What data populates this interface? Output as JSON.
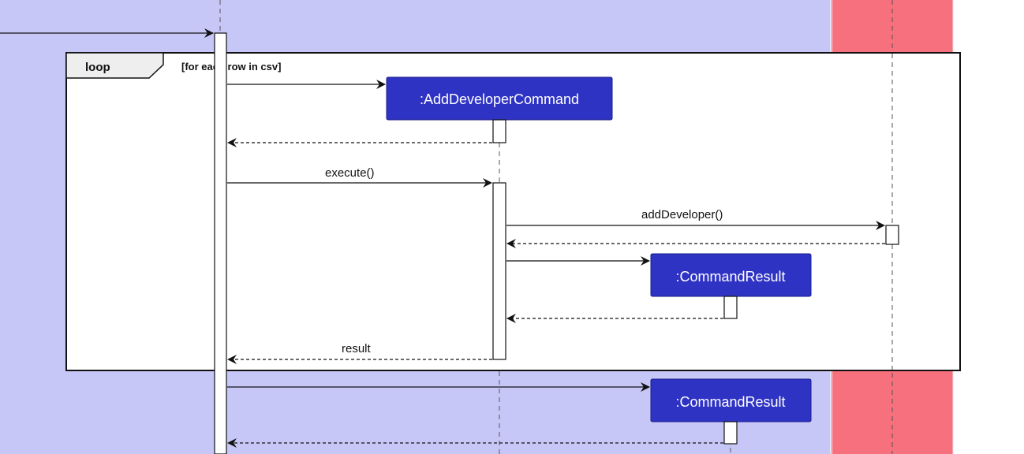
{
  "diagram": {
    "loop_keyword": "loop",
    "loop_guard": "[for each row in csv]",
    "participants": [
      {
        "id": "add_cmd",
        "label": ":AddDeveloperCommand"
      },
      {
        "id": "result1",
        "label": ":CommandResult"
      },
      {
        "id": "result2",
        "label": ":CommandResult"
      }
    ],
    "messages": {
      "execute": "execute()",
      "add_developer": "addDeveloper()",
      "result": "result"
    },
    "colors": {
      "box_left": "#c7c7f7",
      "box_right": "#f7707e",
      "participant_fill": "#2f33c4",
      "participant_border": "#1a1d8a",
      "loop_tab": "#eeeeee"
    }
  }
}
